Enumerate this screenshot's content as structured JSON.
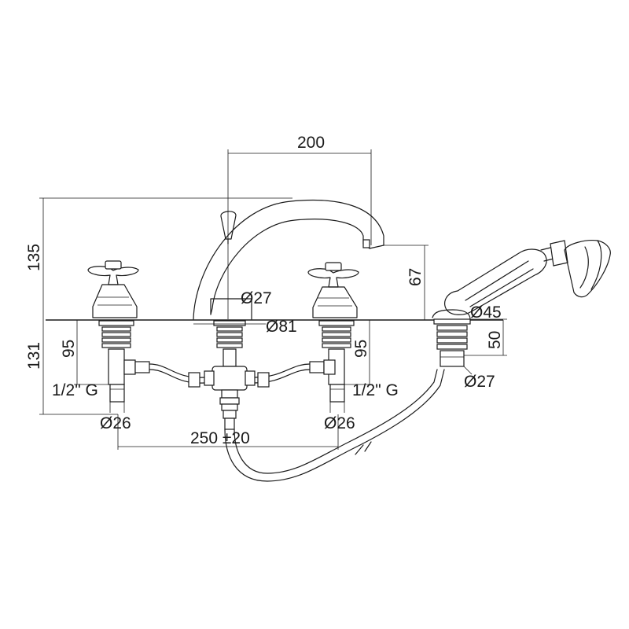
{
  "drawing": {
    "dimensions": {
      "spout_reach": "200",
      "total_height": "135",
      "spout_outlet_height": "67",
      "spout_dia": "Ø27",
      "escutcheon_dia": "Ø81",
      "handshower_base_dia": "Ø45",
      "handshower_shank_length": "50",
      "handshower_shank_dia": "Ø27",
      "below_deck_total": "131",
      "left_valve_shank": "95",
      "right_valve_shank": "95",
      "left_thread": "1/2\" G",
      "right_thread": "1/2\" G",
      "left_inlet_dia": "Ø26",
      "right_inlet_dia": "Ø26",
      "centers": "250 ±20"
    }
  }
}
